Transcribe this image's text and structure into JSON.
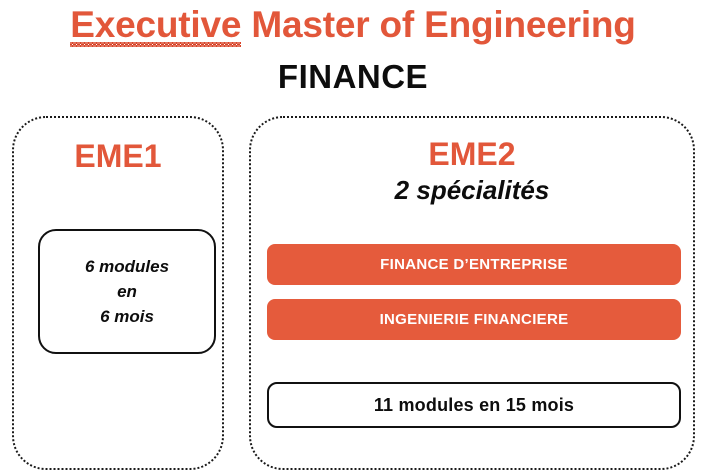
{
  "header": {
    "title_spellchecked_word": "Executive",
    "title_rest": " Master of Engineering",
    "subtitle": "FINANCE",
    "title_color": "#E2573A",
    "subtitle_color": "#0D0D0D",
    "spellcheck_underline_color": "#D63A1E"
  },
  "panels": {
    "left": {
      "heading": "EME1",
      "box": {
        "lines": [
          "6 modules",
          "en",
          "6 mois"
        ]
      }
    },
    "right": {
      "heading": "EME2",
      "subheading": "2 spécialités",
      "specialties": [
        {
          "label": "FINANCE D’ENTREPRISE",
          "color": "#E55B3C"
        },
        {
          "label": "INGENIERIE FINANCIERE",
          "color": "#E55B3C"
        }
      ],
      "footer_box": {
        "label": "11 modules en 15 mois"
      }
    }
  },
  "theme": {
    "accent": "#E2573A",
    "bar_fill": "#E55B3C",
    "outline": "#111111",
    "background": "#FFFFFF"
  }
}
